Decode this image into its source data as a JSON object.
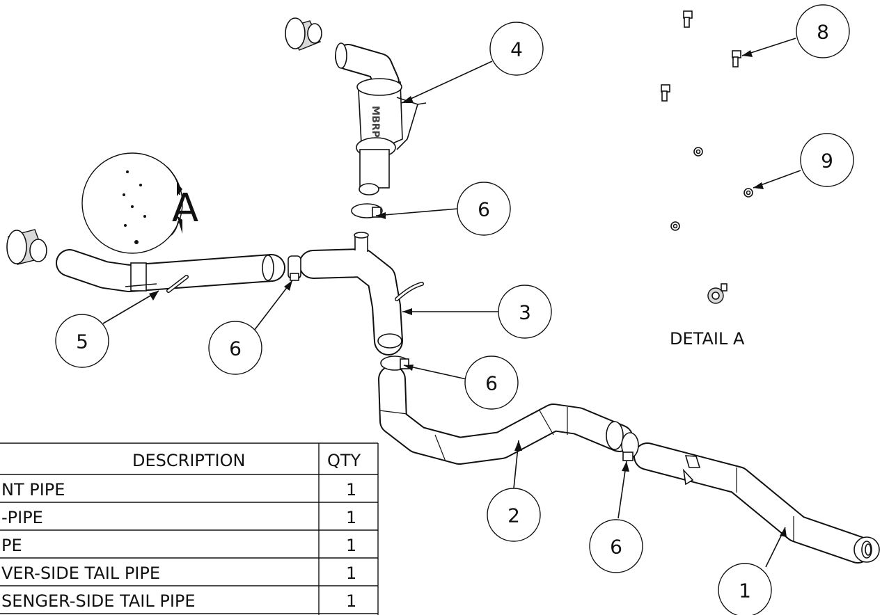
{
  "balloons": [
    {
      "id": "b1",
      "label": "1"
    },
    {
      "id": "b2",
      "label": "2"
    },
    {
      "id": "b3",
      "label": "3"
    },
    {
      "id": "b4",
      "label": "4"
    },
    {
      "id": "b5",
      "label": "5"
    },
    {
      "id": "b6a",
      "label": "6"
    },
    {
      "id": "b6b",
      "label": "6"
    },
    {
      "id": "b6c",
      "label": "6"
    },
    {
      "id": "b6d",
      "label": "6"
    },
    {
      "id": "b8",
      "label": "8"
    },
    {
      "id": "b9",
      "label": "9"
    }
  ],
  "detail_view": {
    "letter": "A",
    "label": "DETAIL A"
  },
  "muffler_logo": "MBRP",
  "bom_table": {
    "headers": [
      "DESCRIPTION",
      "QTY"
    ],
    "rows": [
      {
        "description": "NT PIPE",
        "qty": "1"
      },
      {
        "description": "-PIPE",
        "qty": "1"
      },
      {
        "description": "PE",
        "qty": "1"
      },
      {
        "description": "VER-SIDE TAIL PIPE",
        "qty": "1"
      },
      {
        "description": "SENGER-SIDE TAIL PIPE",
        "qty": "1"
      }
    ]
  }
}
